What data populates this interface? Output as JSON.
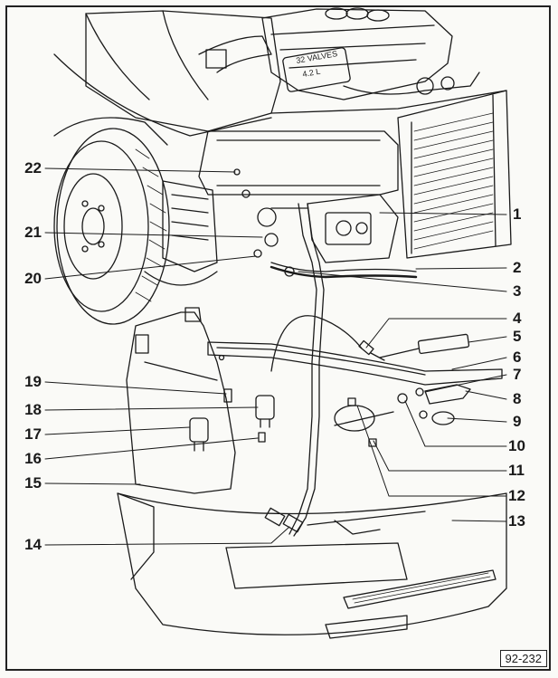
{
  "figure_reference": "92-232",
  "engine_cover_text": [
    "32 VALVES",
    "4.2 L"
  ],
  "colors": {
    "ink": "#1a1a1a",
    "paper": "#fafaf7"
  },
  "callouts_right": [
    "1",
    "2",
    "3",
    "4",
    "5",
    "6",
    "7",
    "8",
    "9",
    "10",
    "11",
    "12",
    "13"
  ],
  "callouts_left": [
    "22",
    "21",
    "20",
    "19",
    "18",
    "17",
    "16",
    "15",
    "14"
  ]
}
